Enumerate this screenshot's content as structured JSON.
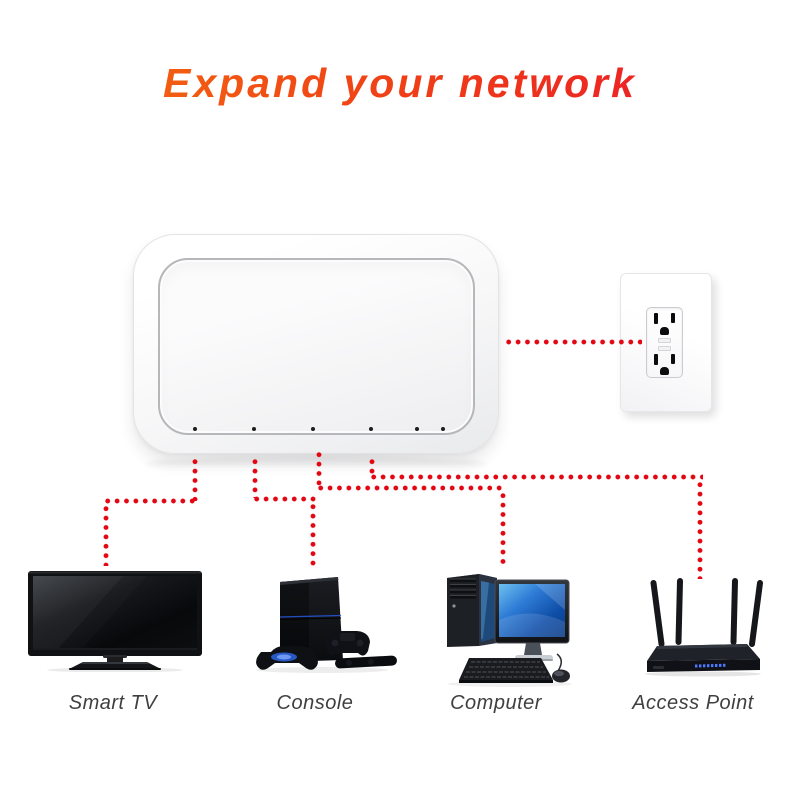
{
  "title": {
    "text": "Expand your network",
    "color_start": "#f4720e",
    "color_end": "#ea1430"
  },
  "colors": {
    "connection_red": "#e30613"
  },
  "hub": {
    "kind": "ethernet-switch",
    "led_count": 6
  },
  "outlet": {
    "kind": "wall-power-outlet",
    "socket_count": 2
  },
  "devices": [
    {
      "id": "smart-tv",
      "label": "Smart TV"
    },
    {
      "id": "console",
      "label": "Console"
    },
    {
      "id": "computer",
      "label": "Computer"
    },
    {
      "id": "access-point",
      "label": "Access Point"
    }
  ]
}
